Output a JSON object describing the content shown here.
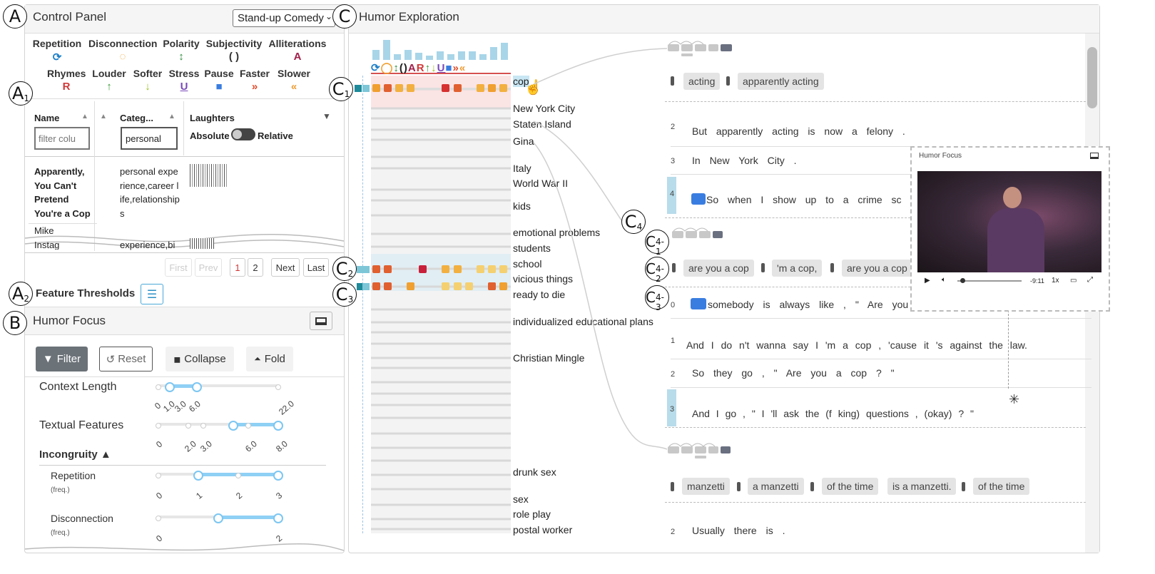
{
  "control_panel": {
    "title": "Control Panel",
    "dataset": "Stand-up Comedy"
  },
  "features": [
    {
      "name": "Repetition",
      "icon": "⟳",
      "color": "#1e7fc8"
    },
    {
      "name": "Disconnection",
      "icon": "◌",
      "color": "#f0a030"
    },
    {
      "name": "Polarity",
      "icon": "↕",
      "color": "#2e8b3e"
    },
    {
      "name": "Subjectivity",
      "icon": "( )",
      "color": "#333"
    },
    {
      "name": "Alliterations",
      "icon": "A",
      "color": "#a0204a"
    },
    {
      "name": "Rhymes",
      "icon": "R",
      "color": "#d03838"
    },
    {
      "name": "Louder",
      "icon": "↑",
      "color": "#3a9a3a"
    },
    {
      "name": "Softer",
      "icon": "↓",
      "color": "#9ac020"
    },
    {
      "name": "Stress",
      "icon": "U",
      "color": "#7a4ab8"
    },
    {
      "name": "Pause",
      "icon": "■",
      "color": "#3a7de0"
    },
    {
      "name": "Faster",
      "icon": "»",
      "color": "#e04a2a"
    },
    {
      "name": "Slower",
      "icon": "«",
      "color": "#f09a30"
    }
  ],
  "table": {
    "col_name": "Name",
    "col_category": "Categ...",
    "col_laughters": "Laughters",
    "filter_placeholder": "filter colu",
    "category_filter": "personal",
    "toggle_left": "Absolute",
    "toggle_right": "Relative",
    "row1_name": "Apparently, You Can't Pretend You're a Cop",
    "row1_category": "personal experience,career life,relationships",
    "row2_name": "Mike",
    "row3_name": "Instag",
    "row3_category": "experience,bi"
  },
  "pagination": {
    "first": "First",
    "prev": "Prev",
    "p1": "1",
    "p2": "2",
    "next": "Next",
    "last": "Last"
  },
  "thresholds": {
    "title": "Feature Thresholds"
  },
  "humor_focus": {
    "title": "Humor Focus",
    "filter": "Filter",
    "reset": "Reset",
    "collapse": "Collapse",
    "fold": "Fold"
  },
  "sliders": {
    "context_length": "Context Length",
    "context_ticks": [
      "0",
      "1.0",
      "3.0",
      "6.0",
      "22.0"
    ],
    "textual_features": "Textual Features",
    "textual_ticks": [
      "0",
      "2.0",
      "3.0",
      "6.0",
      "8.0"
    ],
    "incongruity": "Incongruity ▲",
    "repetition": "Repetition",
    "repetition_unit": "(freq.)",
    "rep_ticks": [
      "0",
      "1",
      "2",
      "3"
    ],
    "disconnection": "Disconnection",
    "disconnection_unit": "(freq.)",
    "disc_ticks": [
      "0",
      "2"
    ]
  },
  "exploration": {
    "title": "Humor Exploration"
  },
  "keywords": [
    "cop",
    "New York City",
    "Staten Island",
    "Gina",
    "Italy",
    "World War II",
    "kids",
    "emotional problems",
    "students",
    "school",
    "vicious things",
    "ready to die",
    "individualized educational plans",
    "Christian Mingle",
    "drunk sex",
    "sex",
    "role play",
    "postal worker"
  ],
  "chips_top": [
    "acting",
    "apparently acting"
  ],
  "chips_mid": [
    "are you a cop",
    "'m a cop,",
    "are you a cop"
  ],
  "chips_bottom": [
    "manzetti",
    "a manzetti",
    "of the time",
    "is a manzetti.",
    "of the time"
  ],
  "sentences_top": [
    {
      "n": "2",
      "text": "But apparently acting is now a felony ."
    },
    {
      "n": "3",
      "text": "In New York City ."
    },
    {
      "n": "4",
      "text": "So when I show up to a crime sc"
    }
  ],
  "sentences_mid": [
    {
      "n": "0",
      "text": "somebody is always like , \" Are you a cop ? \""
    },
    {
      "n": "1",
      "text": "And I do n't wanna say I 'm a cop , 'cause it 's against the law."
    },
    {
      "n": "2",
      "text": "So they go , \" Are you a cop ? \""
    },
    {
      "n": "3",
      "text": "And I go , \" I 'll ask the (f king) questions , (okay) ? \""
    }
  ],
  "sentences_bottom": [
    {
      "n": "2",
      "text": "Usually there is ."
    }
  ],
  "video": {
    "title": "Humor Focus",
    "speed": "1x",
    "time": "-9:11"
  },
  "badges": {
    "A": "A",
    "A1": "A",
    "A2": "A",
    "B": "B",
    "C": "C",
    "C1": "C",
    "C2": "C",
    "C3": "C",
    "C4": "C",
    "C41": "C",
    "C42": "C",
    "C43": "C"
  }
}
